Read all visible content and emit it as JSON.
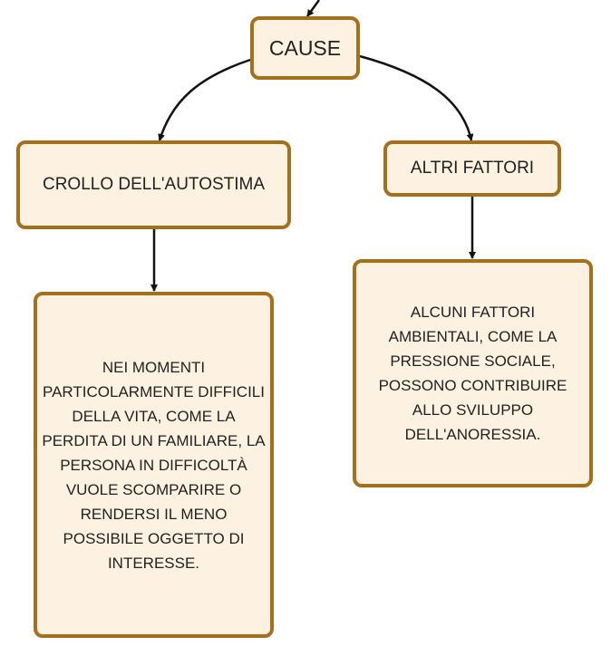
{
  "colors": {
    "node_fill": "#fdf1e1",
    "node_border": "#a66f1a",
    "connector": "#111111",
    "text": "#222222"
  },
  "nodes": {
    "cause": "CAUSE",
    "crollo": "CROLLO DELL'AUTOSTIMA",
    "altri": "ALTRI FATTORI",
    "nei_momenti": "NEI MOMENTI PARTICOLARMENTE DIFFICILI DELLA VITA, COME LA PERDITA DI UN FAMILIARE, LA PERSONA IN DIFFICOLTÀ VUOLE SCOMPARIRE O RENDERSI IL MENO POSSIBILE OGGETTO DI INTERESSE.",
    "alcuni_fattori": "ALCUNI FATTORI AMBIENTALI, COME LA PRESSIONE SOCIALE, POSSONO CONTRIBUIRE ALLO SVILUPPO DELL'ANORESSIA."
  }
}
